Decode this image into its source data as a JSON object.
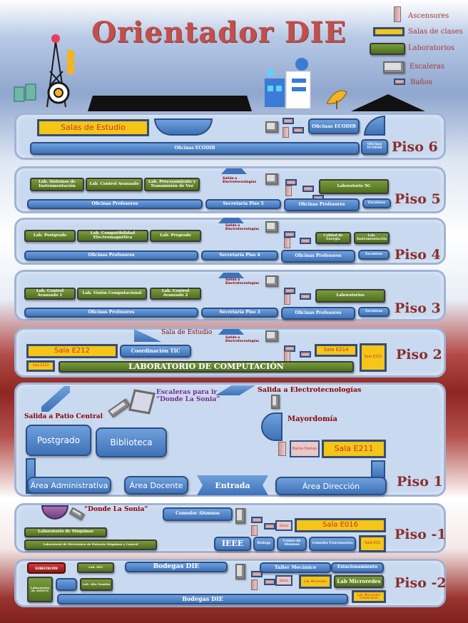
{
  "title": "Orientador DIE",
  "legend": {
    "ascensores": "Ascensores",
    "salas": "Salas de clases",
    "labs": "Laboratorios",
    "escaleras": "Escaleras",
    "banos": "Baños"
  },
  "piso6": {
    "label": "Piso 6",
    "salas_estudio": "Salas de Estudio",
    "oficinas_ecodib_top": "Oficinas ECODIB",
    "oficinas_ecodib": "Oficinas ECODIB",
    "oficinas_ecodib_small": "Oficinas ECODIB"
  },
  "piso5": {
    "label": "Piso 5",
    "lab1": "Lab. Sistemas de Instrumentación",
    "lab2": "Lab. Control Avanzado",
    "lab3": "Lab. Procesamiento y Transmisión de Voz",
    "salida": "Salida a Electrotecnologías",
    "lab5g": "Laboratorio 5G",
    "of1": "Oficinas Profesores",
    "secretaria": "Secretaría Piso 5",
    "of2": "Oficinas Profesores",
    "escaleras": "Escaleras"
  },
  "piso4": {
    "label": "Piso 4",
    "lab1": "Lab. Postgrado",
    "lab2": "Lab. Compatibilidad Electromagnética",
    "lab3": "Lab. Pregrado",
    "salida": "Salida a Electrotecnologías",
    "lab4": "Calidad de Energía",
    "lab5": "Lab. Instrumentación",
    "of1": "Oficinas Profesores",
    "secretaria": "Secretaría Piso 4",
    "of2": "Oficinas Profesores",
    "escaleras": "Escaleras"
  },
  "piso3": {
    "label": "Piso 3",
    "lab1": "Lab. Control Avanzado 1",
    "lab2": "Lab. Visión Computacional",
    "lab3": "Lab. Control Avanzado 2",
    "salida": "Salida a Electrotecnologías",
    "lab4": "Laboratorios",
    "of1": "Oficinas Profesores",
    "secretaria": "Secretaría Piso 3",
    "of2": "Oficinas Profesores",
    "escaleras": "Escaleras"
  },
  "piso2": {
    "label": "Piso 2",
    "sala_estudio": "Sala de Estudio",
    "salida": "Salida a Electrotecnologías",
    "sala_e212": "Sala E212",
    "coord": "Coordinación TIC",
    "sala_e214": "Sala E214",
    "sala_e215": "Sala E215",
    "sala_e213": "Sala E213",
    "lab_comp": "LABORATORIO DE COMPUTACIÓN"
  },
  "piso1": {
    "label": "Piso 1",
    "escaleras_sonia": "Escaleras para ir “Donde La Sonia”",
    "salida_electro": "Salida a Electrotecnologías",
    "salida_patio": "Salida a Patio Central",
    "mayordomia": "Mayordomía",
    "postgrado": "Postgrado",
    "biblioteca": "Biblioteca",
    "banos_damas": "Baños Damas",
    "sala_e211": "Sala E211",
    "area_admin": "Área Administrativa",
    "area_docente": "Área Docente",
    "entrada": "Entrada",
    "area_direccion": "Área Dirección"
  },
  "pisom1": {
    "label": "Piso -1",
    "donde_sonia": "“Donde La Sonia”",
    "comedor": "Comedor Alumnos",
    "lab_maquinas": "Laboratorio de Máquinas",
    "lab_electronica": "Laboratorio de Electrónica de Potencia Máquinas y Control",
    "banos": "Baños",
    "sala_e016": "Sala E016",
    "ieee": "IEEE",
    "bodega": "Bodega",
    "centro": "Centro de Alumnos",
    "comedor_func": "Comedor Funcionarios",
    "sala_015": "Sala 015"
  },
  "pisom2": {
    "label": "Piso -2",
    "subestacion": "SUBESTACIÓN",
    "lab_sps": "Lab. SPS",
    "bodegas_top": "Bodegas DIE",
    "taller": "Taller Mecánico",
    "estacionamiento": "Estacionamiento",
    "lab_amsun": "Laboratorio de AMSUN",
    "lab_alta": "Lab. Alta Tensión",
    "banos": "Baños",
    "lab_micro_small": "Lab. Microredes",
    "lab_micro": "Lab Microredes",
    "lab_micro2": "Lab. Microredes Instalaciones",
    "bodegas_bottom": "Bodegas DIE"
  }
}
